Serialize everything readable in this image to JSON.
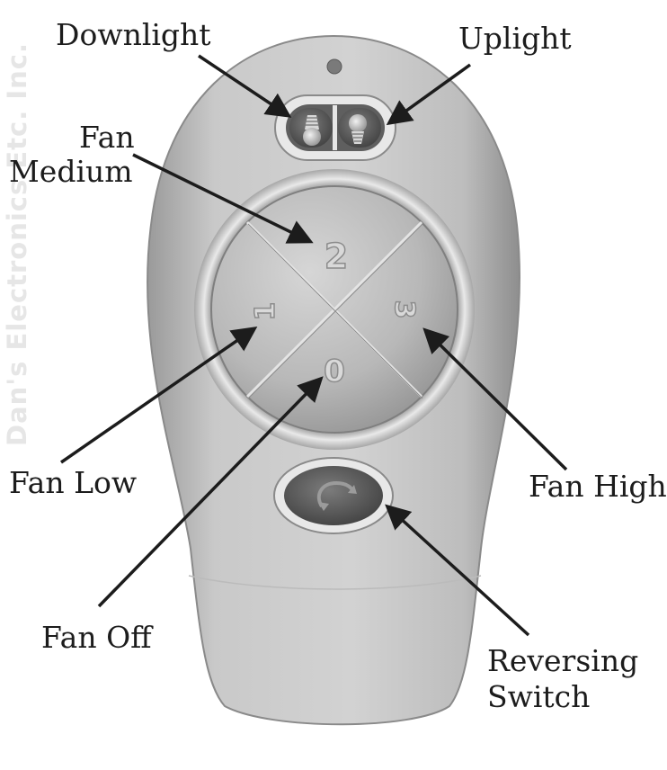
{
  "watermark": "Dan's Electronics Etc. Inc.",
  "callouts": {
    "downlight": "Downlight",
    "uplight": "Uplight",
    "fan_medium_line1": "Fan",
    "fan_medium_line2": "Medium",
    "fan_low": "Fan Low",
    "fan_high": "Fan High",
    "fan_off": "Fan Off",
    "reversing_line1": "Reversing",
    "reversing_line2": "Switch"
  },
  "fan_buttons": {
    "high": "3",
    "medium": "2",
    "low": "1",
    "off": "0"
  },
  "colors": {
    "body": "#c4c4c4",
    "button": "#b9b9b9",
    "dark_button": "#5c5c5c",
    "arrow": "#1c1c1c"
  },
  "icons": {
    "downlight": "downlight-bulb-icon",
    "uplight": "uplight-bulb-icon",
    "reverse": "reverse-rotation-icon",
    "indicator": "led-indicator"
  }
}
